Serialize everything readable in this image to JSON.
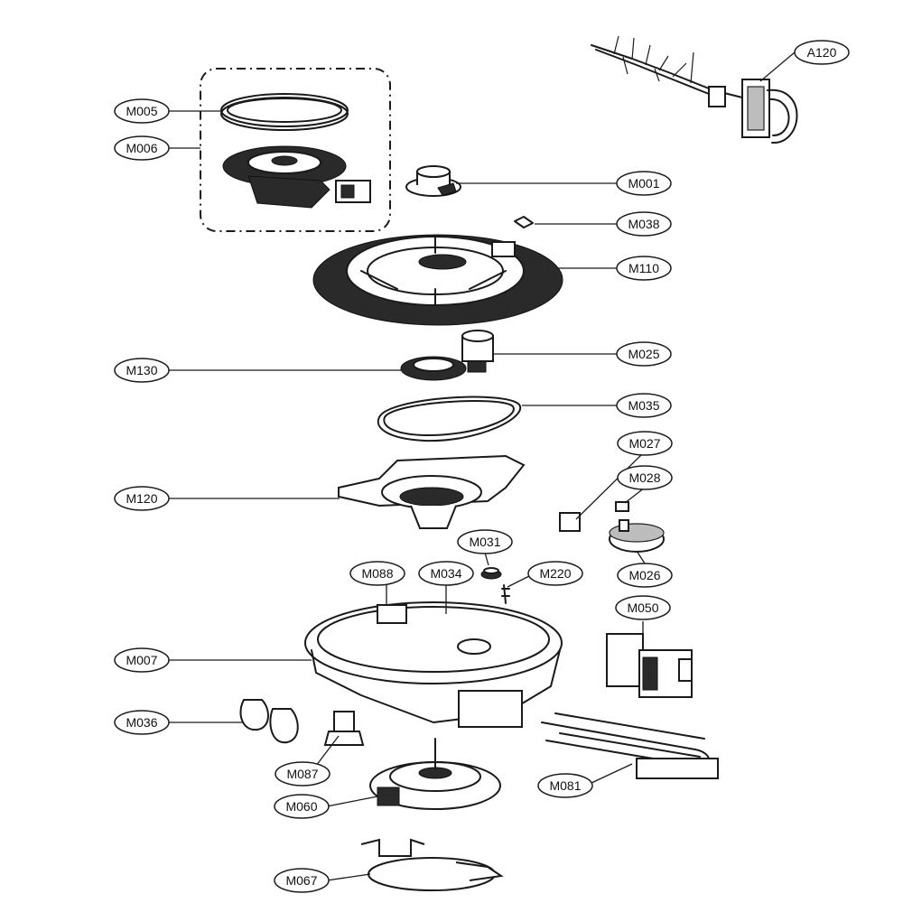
{
  "diagram": {
    "callouts": [
      {
        "id": "A120",
        "label": "A120"
      },
      {
        "id": "M005",
        "label": "M005"
      },
      {
        "id": "M006",
        "label": "M006"
      },
      {
        "id": "M001",
        "label": "M001"
      },
      {
        "id": "M038",
        "label": "M038"
      },
      {
        "id": "M110",
        "label": "M110"
      },
      {
        "id": "M025",
        "label": "M025"
      },
      {
        "id": "M130",
        "label": "M130"
      },
      {
        "id": "M035",
        "label": "M035"
      },
      {
        "id": "M027",
        "label": "M027"
      },
      {
        "id": "M028",
        "label": "M028"
      },
      {
        "id": "M120",
        "label": "M120"
      },
      {
        "id": "M031",
        "label": "M031"
      },
      {
        "id": "M088",
        "label": "M088"
      },
      {
        "id": "M034",
        "label": "M034"
      },
      {
        "id": "M220",
        "label": "M220"
      },
      {
        "id": "M026",
        "label": "M026"
      },
      {
        "id": "M050",
        "label": "M050"
      },
      {
        "id": "M007",
        "label": "M007"
      },
      {
        "id": "M036",
        "label": "M036"
      },
      {
        "id": "M087",
        "label": "M087"
      },
      {
        "id": "M081",
        "label": "M081"
      },
      {
        "id": "M060",
        "label": "M060"
      },
      {
        "id": "M067",
        "label": "M067"
      }
    ]
  }
}
